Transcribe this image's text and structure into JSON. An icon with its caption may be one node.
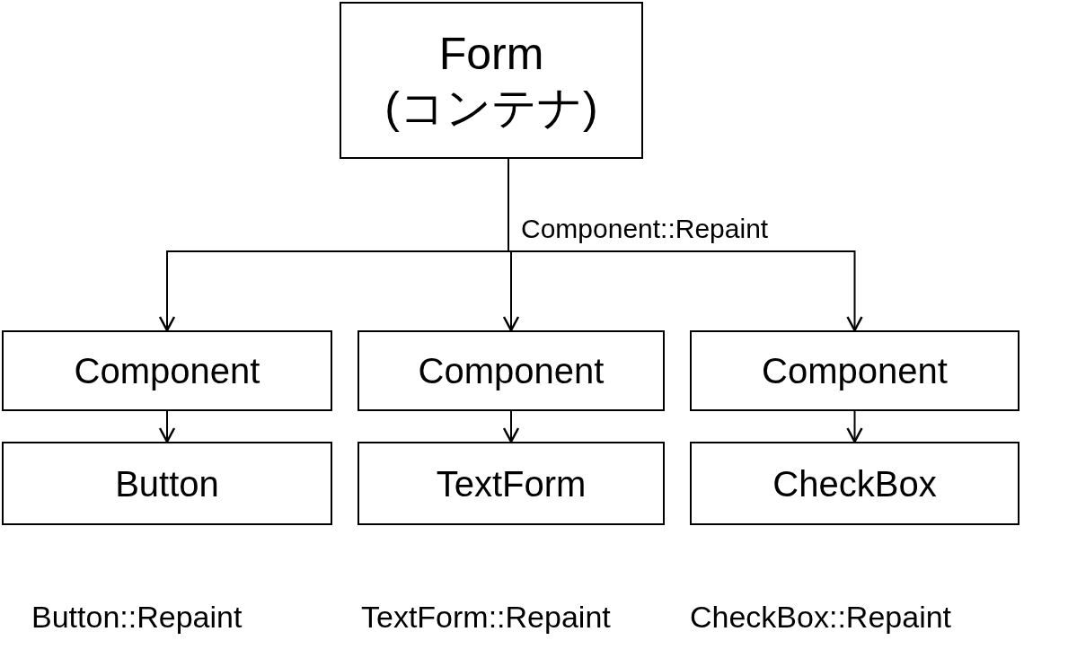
{
  "diagram": {
    "nodes": [
      {
        "text": [
          "Form (コンテナ)"
        ]
      },
      {
        "text": [
          "Component"
        ]
      },
      {
        "text": [
          "Component"
        ]
      },
      {
        "text": [
          "Component"
        ]
      },
      {
        "text": [
          "Button"
        ],
        "beside": [
          "Button::Repaint"
        ]
      },
      {
        "text": [
          "TextForm"
        ],
        "beside": [
          "TextForm::Repaint"
        ]
      },
      {
        "text": [
          "CheckBox"
        ],
        "beside": [
          "CheckBox::Repaint"
        ]
      }
    ],
    "edges": [
      {
        "from": 0,
        "to": 1,
        "arrow": "to"
      },
      {
        "from": 0,
        "to": 2,
        "arrow": "to",
        "label": "Component::Repaint"
      },
      {
        "from": 0,
        "to": 3,
        "arrow": "to"
      },
      {
        "from": 1,
        "to": 4,
        "arrow": "to"
      },
      {
        "from": 2,
        "to": 5,
        "arrow": "to"
      },
      {
        "from": 3,
        "to": 6,
        "arrow": "to"
      }
    ]
  }
}
